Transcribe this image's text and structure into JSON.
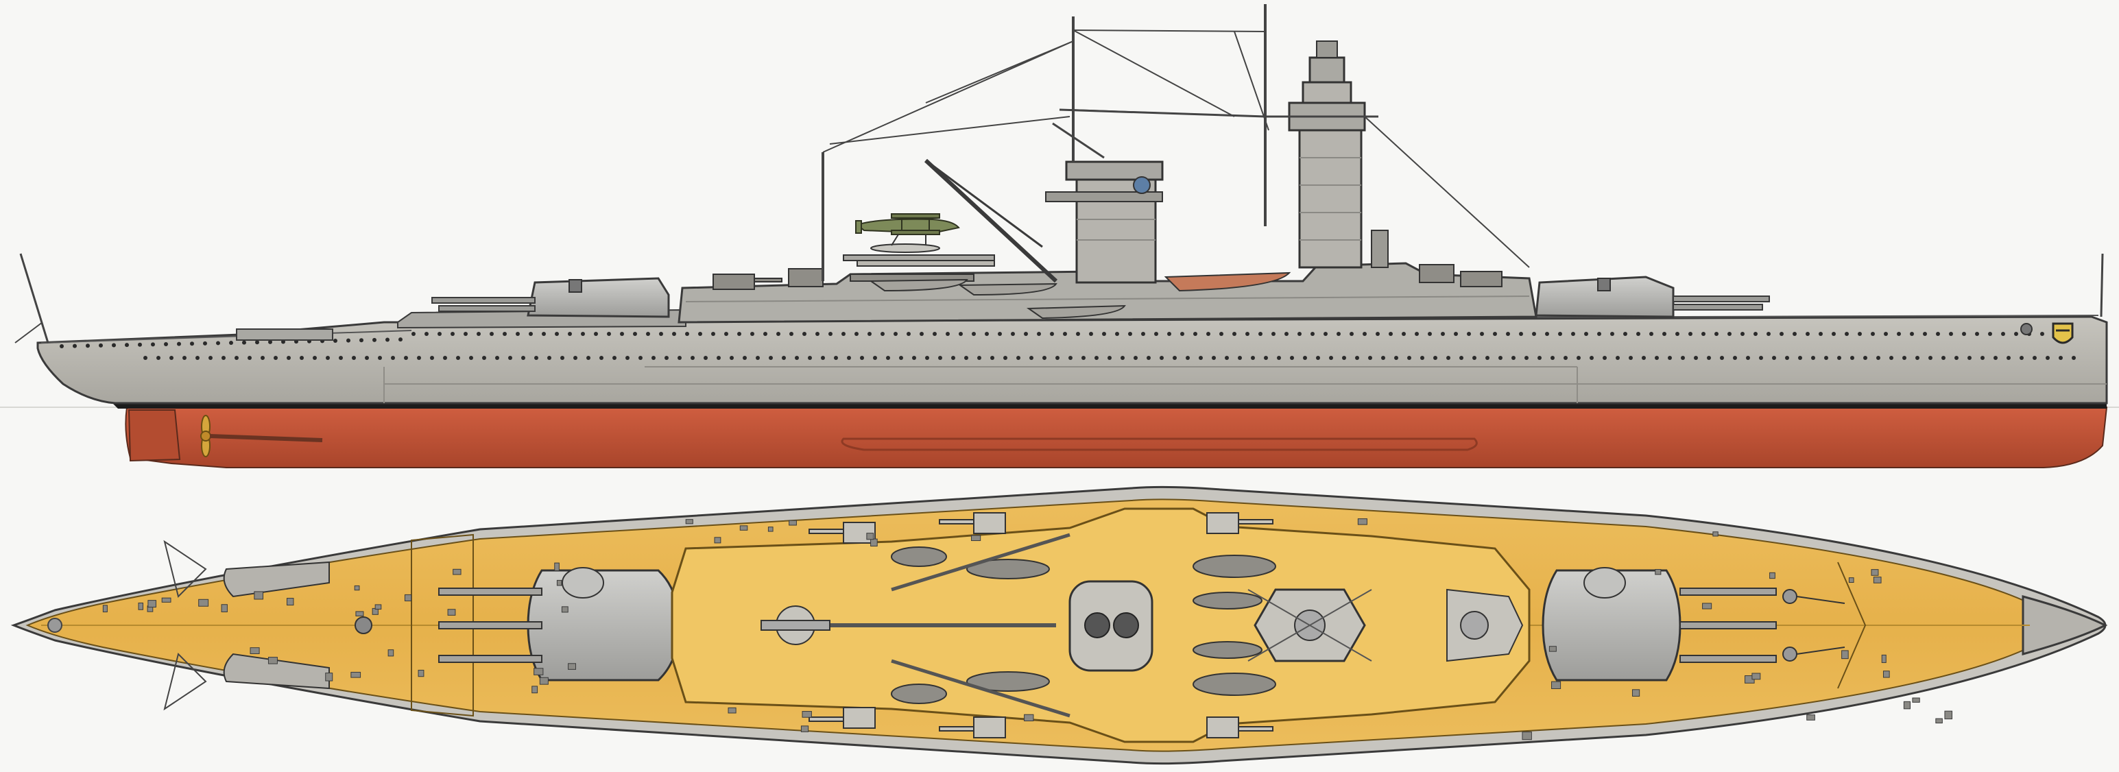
{
  "image": {
    "subject": "warship-profile-and-plan",
    "views": [
      "side-profile",
      "top-plan"
    ]
  },
  "colors": {
    "background": "#f7f7f5",
    "hull_grey": "#b9b7b0",
    "hull_grey_dark": "#8f8d87",
    "upperworks_grey": "#a9a8a3",
    "deck_grey": "#c9c8c2",
    "boot_topping": "#1c1c1c",
    "underwater_red": "#c2563a",
    "underwater_red_dark": "#9d3f27",
    "deck_yellow": "#e8b54f",
    "deck_yellow_dark": "#c99536",
    "turret_grey": "#b3b3b0",
    "outline": "#3a3a3a",
    "boat_grey": "#9c9c98",
    "seaplane_green": "#7d8a59",
    "crest_yellow": "#e3c34a"
  },
  "icons": {
    "seaplane": "seaplane-icon",
    "propeller": "propeller-icon",
    "crest": "crest-icon",
    "anchor": "anchor-icon"
  }
}
